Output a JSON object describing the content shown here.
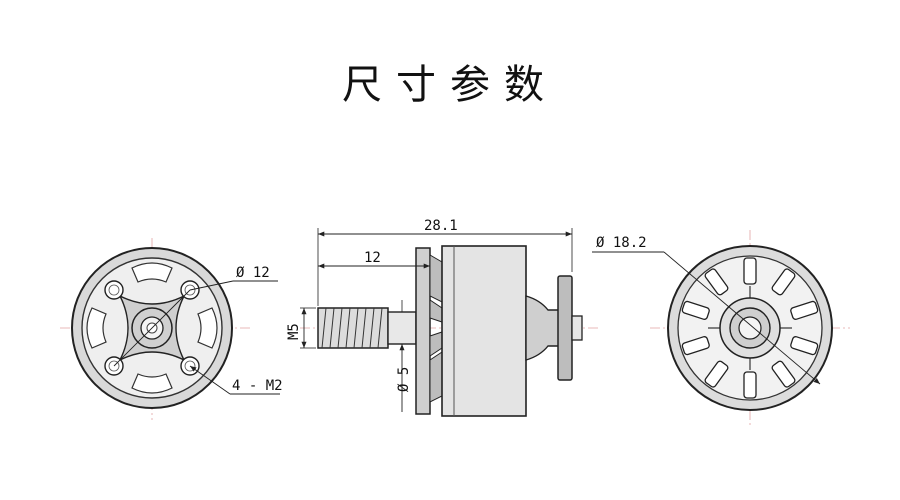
{
  "title": "尺寸参数",
  "front_view": {
    "diameter_label": "Ø 12",
    "screw_label": "4 - M2"
  },
  "side_view": {
    "total_length_label": "28.1",
    "shaft_length_label": "12",
    "thread_label": "M5",
    "shaft_diameter_label": "Ø 5"
  },
  "back_view": {
    "diameter_label": "Ø 18.2"
  },
  "colors": {
    "line": "#222222",
    "fill_light": "#d6d6d6",
    "fill_mid": "#b9b9b9",
    "centerline": "#e2a3a3"
  }
}
